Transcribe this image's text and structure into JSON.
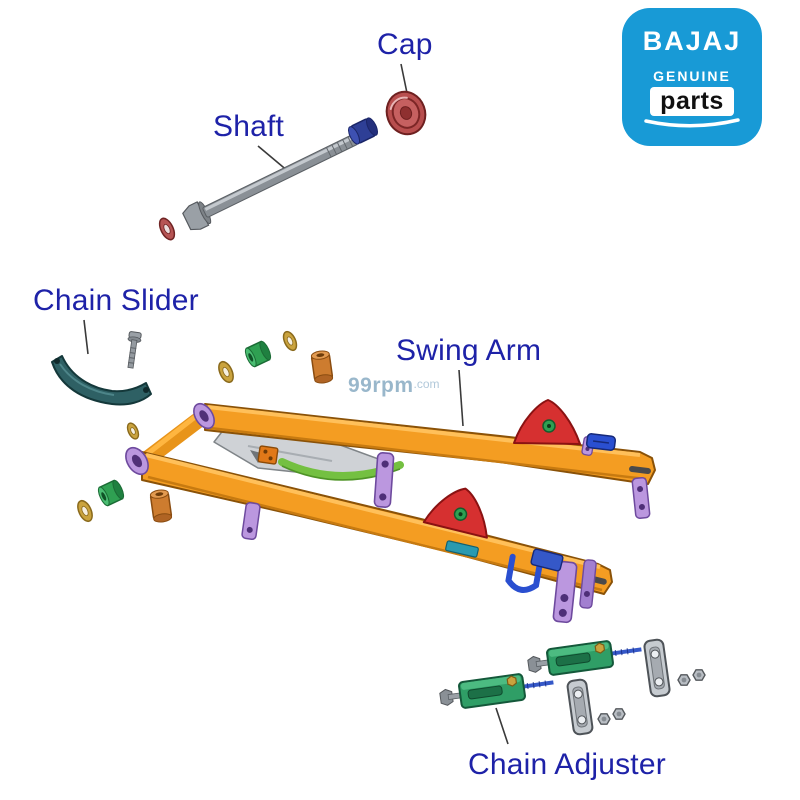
{
  "labels": {
    "cap": "Cap",
    "shaft": "Shaft",
    "chain_slider": "Chain Slider",
    "swing_arm": "Swing Arm",
    "chain_adjuster": "Chain Adjuster"
  },
  "watermark": {
    "main": "99rpm",
    "suffix": ".com"
  },
  "logo": {
    "brand": "BAJAJ",
    "genuine": "GENUINE",
    "parts": "parts"
  },
  "colors": {
    "label_text": "#1e22a8",
    "logo_bg": "#189ad6",
    "swing_arm_orange": "#f49d22",
    "bracket_purple": "#bb97df",
    "bracket_red": "#d63030",
    "bushing_green": "#2fa052",
    "bushing_copper": "#cd7c2f",
    "washer_brass": "#caa33e",
    "slider_teal": "#2e6064",
    "adjuster_green": "#2f9e66",
    "hardware_blue": "#2a4fd0",
    "cap_red": "#b84e4e",
    "watermark_blue": "#8fb0c6"
  },
  "visible_components": [
    "cap",
    "shaft",
    "shaft-washer",
    "shaft-bushing",
    "chain-slider",
    "mounting-screw",
    "brass-washers",
    "green-bushings",
    "copper-bushings",
    "swing-arm",
    "mount-brackets",
    "red-gusset-brackets",
    "chain-adjuster-blocks",
    "adjuster-plates",
    "hex-nuts"
  ]
}
